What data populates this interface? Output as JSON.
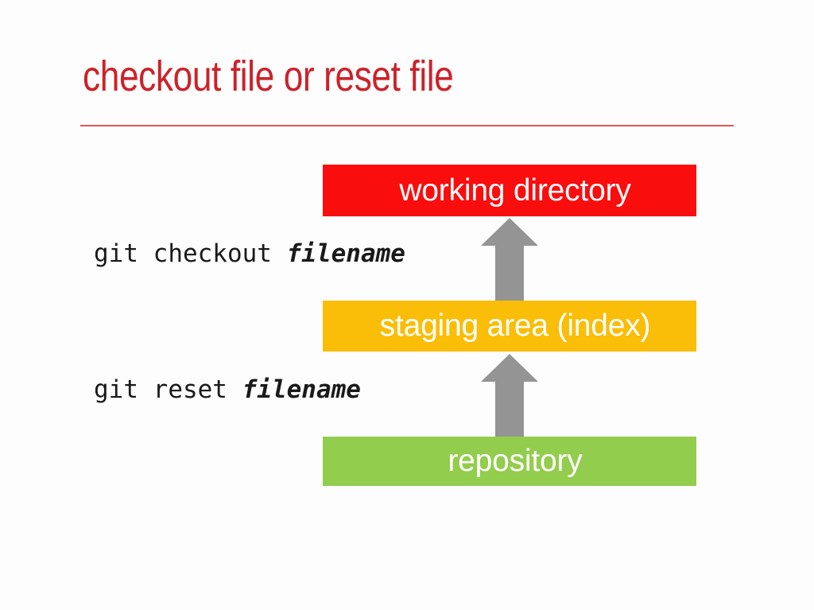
{
  "slide": {
    "title": "checkout file or reset file",
    "background_color": "#fdfdfd",
    "title_color": "#cc2229",
    "rule_color": "#dd5a55"
  },
  "diagram": {
    "type": "git-areas-flow",
    "boxes": [
      {
        "id": "working-directory",
        "label": "working directory",
        "color": "#fa0d0d",
        "text_color": "#ffffff"
      },
      {
        "id": "staging-area",
        "label": "staging area (index)",
        "color": "#fabd08",
        "text_color": "#ffffff"
      },
      {
        "id": "repository",
        "label": "repository",
        "color": "#92cd4d",
        "text_color": "#ffffff"
      }
    ],
    "arrows": [
      {
        "id": "staging-to-working",
        "direction": "up",
        "from": "staging-area",
        "to": "working-directory",
        "color": "#949494"
      },
      {
        "id": "repository-to-staging",
        "direction": "up",
        "from": "repository",
        "to": "staging-area",
        "color": "#949494"
      }
    ]
  },
  "commands": [
    {
      "id": "checkout",
      "command": "git checkout ",
      "argument": "filename",
      "explains_arrow": "staging-to-working"
    },
    {
      "id": "reset",
      "command": "git reset ",
      "argument": "filename",
      "explains_arrow": "repository-to-staging"
    }
  ]
}
